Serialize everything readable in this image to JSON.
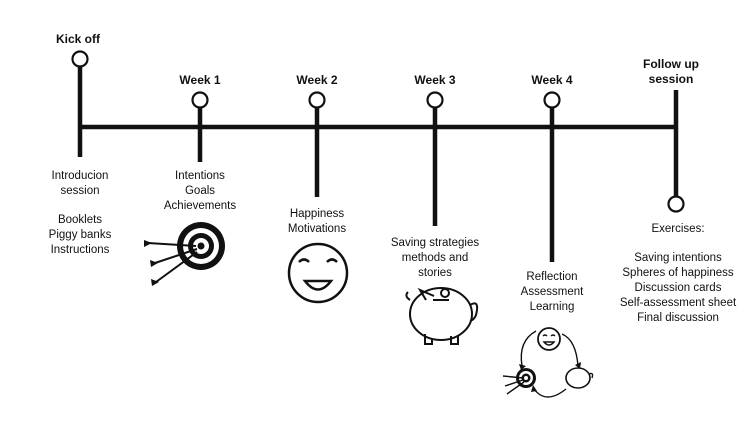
{
  "kickoff": {
    "heading": "Kick off",
    "desc": [
      "Introducion",
      "session"
    ],
    "items": [
      "Booklets",
      "Piggy banks",
      "Instructions"
    ]
  },
  "week1": {
    "heading": "Week 1",
    "items": [
      "Intentions",
      "Goals",
      "Achievements"
    ],
    "icon": "target-with-arrows-icon"
  },
  "week2": {
    "heading": "Week 2",
    "items": [
      "Happiness",
      "Motivations"
    ],
    "icon": "smiley-face-icon"
  },
  "week3": {
    "heading": "Week 3",
    "items": [
      "Saving strategies",
      "methods and",
      "stories"
    ],
    "icon": "piggy-bank-icon"
  },
  "week4": {
    "heading": "Week 4",
    "items": [
      "Reflection",
      "Assessment",
      "Learning"
    ],
    "icon": "cycle-icon"
  },
  "followup": {
    "heading": [
      "Follow up",
      "session"
    ],
    "title": "Exercises:",
    "items": [
      "Saving intentions",
      "Spheres of happiness",
      "Discussion cards",
      "Self-assessment sheet",
      "Final discussion"
    ]
  },
  "colors": {
    "line": "#111111",
    "background": "#ffffff"
  }
}
